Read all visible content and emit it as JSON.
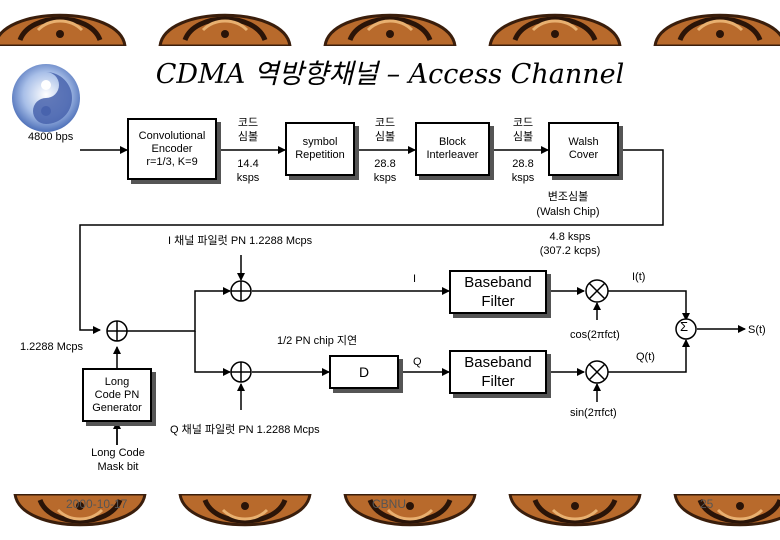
{
  "slide": {
    "title": "CDMA 역방향채널 – Access Channel",
    "footer_date": "2000-10-17",
    "footer_org": "CBNU",
    "footer_page": "25"
  },
  "diagram": {
    "input_rate": "4800 bps",
    "blocks": {
      "encoder": "Convolutional\nEncoder\nr=1/3, K=9",
      "repetition": "symbol\nRepetition",
      "interleaver": "Block\nInterleaver",
      "walsh": "Walsh\nCover",
      "long_code": "Long\nCode PN\nGenerator",
      "delay": "D",
      "baseband_i": "Baseband\nFilter",
      "baseband_q": "Baseband\nFilter"
    },
    "labels": {
      "code_symbol_1": "코드\n심볼",
      "rate_1": "14.4\nksps",
      "code_symbol_2": "코드\n심볼",
      "rate_2": "28.8\nksps",
      "code_symbol_3": "코드\n심볼",
      "rate_3": "28.8\nksps",
      "modulation_symbol": "변조심볼",
      "walsh_chip": "(Walsh Chip)",
      "mod_rate": "4.8 ksps\n(307.2 kcps)",
      "i_pilot": "I 채널 파일럿 PN 1.2288 Mcps",
      "q_pilot": "Q 채널 파일럿 PN 1.2288 Mcps",
      "chip_rate": "1.2288 Mcps",
      "half_chip_delay": "1/2 PN chip 지연",
      "i_branch": "I",
      "q_branch": "Q",
      "i_t": "I(t)",
      "q_t": "Q(t)",
      "cos": "cos(2πfct)",
      "sin": "sin(2πfct)",
      "sum_symbol": "Σ",
      "output": "S(t)",
      "long_code_mask": "Long Code\nMask bit"
    }
  }
}
